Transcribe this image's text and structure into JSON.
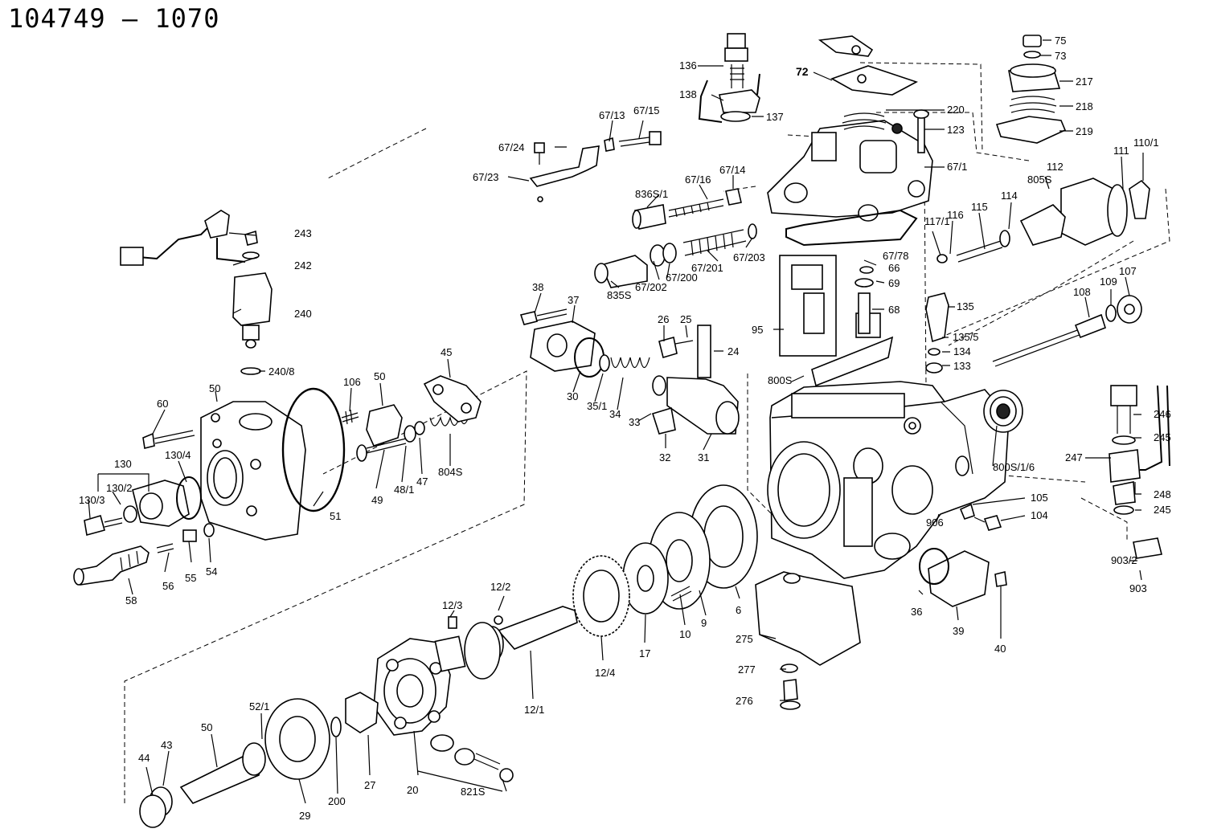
{
  "title": "104749 – 1070",
  "labels": {
    "l75": "75",
    "l73": "73",
    "l217": "217",
    "l218": "218",
    "l219": "219",
    "l72": "72",
    "l220": "220",
    "l123": "123",
    "l67_1": "67/1",
    "l136": "136",
    "l138": "138",
    "l137": "137",
    "l67_13": "67/13",
    "l67_15": "67/15",
    "l67_24": "67/24",
    "l67_23": "67/23",
    "l67_16": "67/16",
    "l67_14": "67/14",
    "l836s_1": "836S/1",
    "l67_78": "67/78",
    "l66": "66",
    "l69": "69",
    "l68": "68",
    "l67_201": "67/201",
    "l67_203": "67/203",
    "l67_202": "67/202",
    "l67_200": "67/200",
    "l835s": "835S",
    "l112": "112",
    "l111": "111",
    "l110_1": "110/1",
    "l805s": "805S",
    "l114": "114",
    "l115": "115",
    "l117_1": "117/1",
    "l116": "116",
    "l107": "107",
    "l109": "109",
    "l108": "108",
    "l135": "135",
    "l135_5": "135/5",
    "l134": "134",
    "l133": "133",
    "l95": "95",
    "l800s": "800S",
    "l800s_1_6": "800S/1/6",
    "l243": "243",
    "l242": "242",
    "l240": "240",
    "l240_8": "240/8",
    "l38": "38",
    "l37": "37",
    "l26": "26",
    "l25": "25",
    "l24": "24",
    "l30": "30",
    "l35_1": "35/1",
    "l34": "34",
    "l33": "33",
    "l32": "32",
    "l31": "31",
    "l45": "45",
    "l106": "106",
    "l50a": "50",
    "l50b": "50",
    "l60": "60",
    "l130": "130",
    "l130_4": "130/4",
    "l130_2": "130/2",
    "l130_3": "130/3",
    "l51": "51",
    "l49": "49",
    "l48_1": "48/1",
    "l47": "47",
    "l804s": "804S",
    "l56": "56",
    "l55": "55",
    "l54": "54",
    "l58": "58",
    "l246": "246",
    "l245a": "245",
    "l247": "247",
    "l248": "248",
    "l245b": "245",
    "l903_2": "903/2",
    "l903": "903",
    "l105": "105",
    "l104": "104",
    "l906": "906",
    "l36": "36",
    "l39": "39",
    "l40": "40",
    "l12_2": "12/2",
    "l12_3": "12/3",
    "l12_4": "12/4",
    "l12_1": "12/1",
    "l17": "17",
    "l10": "10",
    "l9": "9",
    "l6": "6",
    "l275": "275",
    "l277": "277",
    "l276": "276",
    "l52_1": "52/1",
    "l50c": "50",
    "l44": "44",
    "l43": "43",
    "l29": "29",
    "l200": "200",
    "l27": "27",
    "l20": "20",
    "l821s": "821S"
  }
}
